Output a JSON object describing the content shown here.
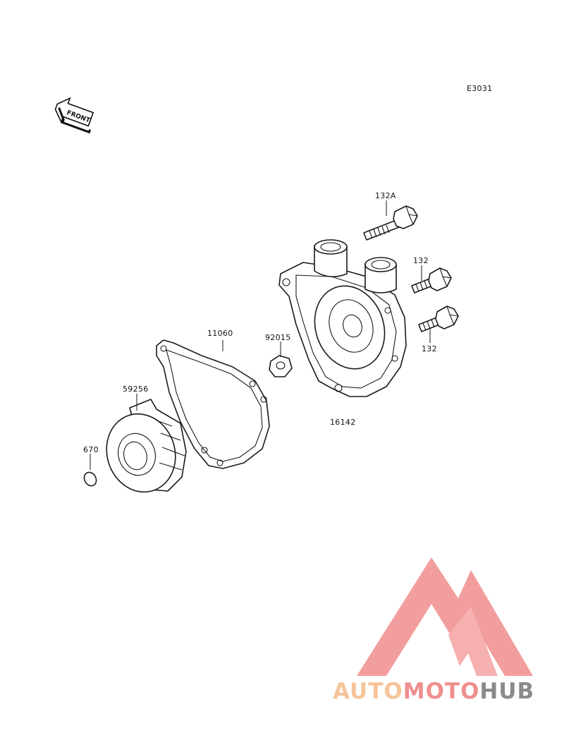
{
  "diagram": {
    "code": "E3031",
    "front_label": "FRONT",
    "parts": [
      {
        "number": "132A"
      },
      {
        "number": "132"
      },
      {
        "number": "132"
      },
      {
        "number": "92015"
      },
      {
        "number": "11060"
      },
      {
        "number": "16142"
      },
      {
        "number": "59256"
      },
      {
        "number": "670"
      }
    ]
  },
  "watermark": {
    "brand_part1": "AUTO",
    "brand_part2": "MOTO",
    "brand_part3": "HUB",
    "colors": {
      "auto": "#f5c49a",
      "moto": "#f08f8f",
      "hub": "#8a8a8a",
      "logo": "#f28e8e"
    }
  }
}
